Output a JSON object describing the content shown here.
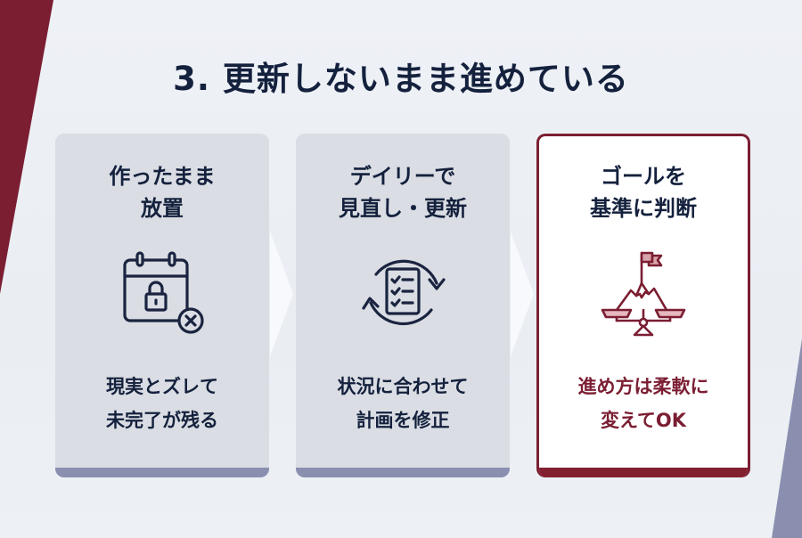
{
  "slide": {
    "title": "3. 更新しないまま進めている",
    "colors": {
      "accent": "#7b1e32",
      "accent_bar": "#82202f",
      "muted_bar": "#8a8fb0",
      "card_bg": "#dadde3",
      "text": "#14213d"
    }
  },
  "cards": [
    {
      "title": "作ったまま\n放置",
      "icon": "calendar-lock-x-icon",
      "description": "現実とズレて\n未完了が残る",
      "style": "muted"
    },
    {
      "title": "デイリーで\n見直し・更新",
      "icon": "checklist-refresh-icon",
      "description": "状況に合わせて\n計画を修正",
      "style": "muted"
    },
    {
      "title": "ゴールを\n基準に判断",
      "icon": "mountain-flag-scale-icon",
      "description": "進め方は柔軟に\n変えてOK",
      "style": "accent"
    }
  ]
}
